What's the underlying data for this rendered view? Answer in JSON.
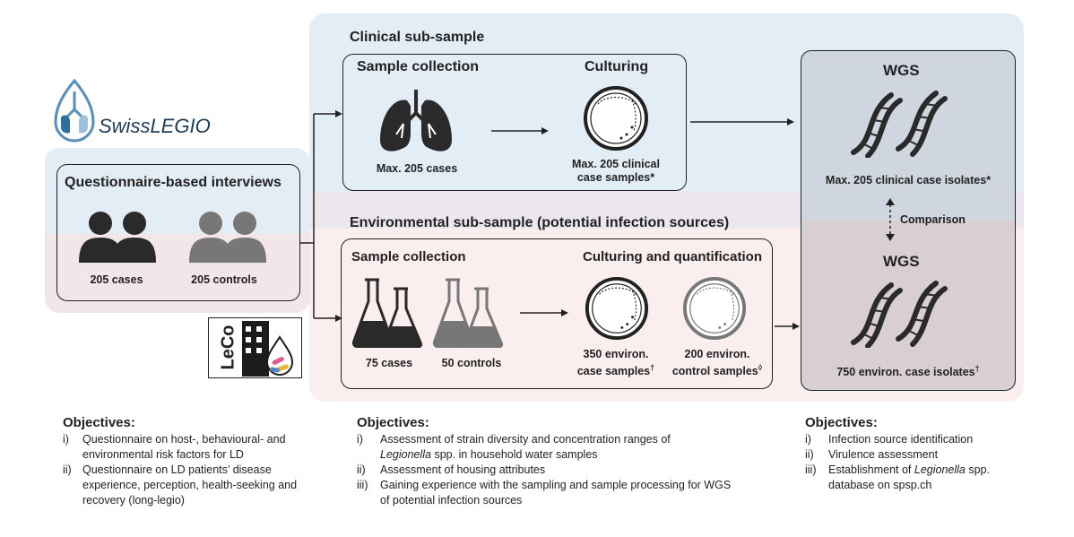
{
  "logo_swisslegio": "SwissLEGIO",
  "logo_leco": "LeCo",
  "questionnaire": {
    "title": "Questionnaire-based interviews",
    "cases": "205 cases",
    "controls": "205 controls"
  },
  "clinical": {
    "band_title": "Clinical sub-sample",
    "collection_title": "Sample collection",
    "culturing_title": "Culturing",
    "cases_label": "Max. 205  cases",
    "samples_line1": "Max. 205 clinical",
    "samples_line2": "case samples*"
  },
  "environmental": {
    "band_title": "Environmental sub-sample (potential infection sources)",
    "collection_title": "Sample collection",
    "culturing_title": "Culturing and quantification",
    "cases_label": "75 cases",
    "controls_label": "50 controls",
    "case_samples_line1": "350 environ.",
    "case_samples_line2": "case samples",
    "case_samples_mark": "†",
    "control_samples_line1": "200 environ.",
    "control_samples_line2": "control samples",
    "control_samples_mark": "◊"
  },
  "wgs": {
    "title_top": "WGS",
    "clinical_isolates": "Max. 205 clinical case isolates*",
    "comparison": "Comparison",
    "title_bottom": "WGS",
    "env_isolates": "750 environ. case isolates",
    "env_isolates_mark": "†"
  },
  "objectives_left": {
    "heading": "Objectives:",
    "items": [
      {
        "num": "i)",
        "text": "Questionnaire on host-, behavioural- and environmental risk factors for LD"
      },
      {
        "num": "ii)",
        "text": "Questionnaire on LD patients’ disease experience, perception, health-seeking and recovery (long-legio)"
      }
    ]
  },
  "objectives_mid": {
    "heading": "Objectives:",
    "item1_num": "i)",
    "item1_a": "Assessment of strain diversity and concentration ranges of",
    "item1_italic": "Legionella",
    "item1_b": " spp.  in household water samples",
    "item2_num": "ii)",
    "item2": "Assessment of housing attributes",
    "item3_num": "iii)",
    "item3": "Gaining experience with the sampling and sample processing for WGS of potential infection sources"
  },
  "objectives_right": {
    "heading": "Objectives:",
    "item1_num": "i)",
    "item1": "Infection source identification",
    "item2_num": "ii)",
    "item2": "Virulence assessment",
    "item3_num": "iii)",
    "item3_a": "Establishment of ",
    "item3_italic": "Legionella",
    "item3_b": " spp. database on spsp.ch"
  },
  "colors": {
    "clinical_band": "#e3edf6",
    "env_band": "#fbeeee",
    "wgs_box": "#cfd6df",
    "logo_blue": "#5a8fb8",
    "icon_dark": "#2a2a2a",
    "icon_grey": "#777777"
  }
}
